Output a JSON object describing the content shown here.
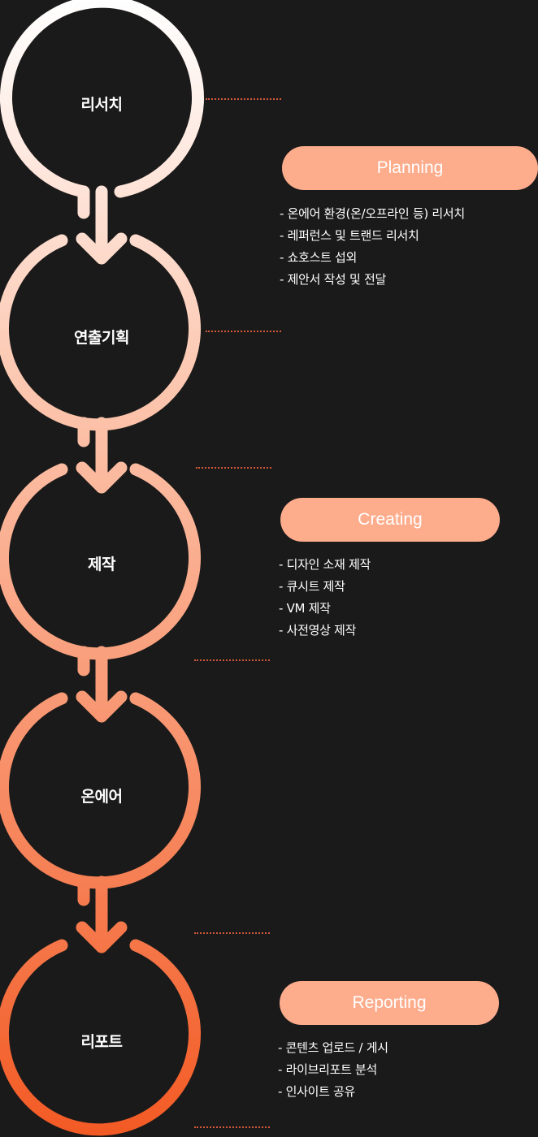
{
  "steps": [
    {
      "label": "리서치"
    },
    {
      "label": "연출기획"
    },
    {
      "label": "제작"
    },
    {
      "label": "온에어"
    },
    {
      "label": "리포트"
    }
  ],
  "phases": [
    {
      "title": "Planning",
      "items": [
        "- 온에어 환경(온/오프라인 등) 리서치",
        "- 레퍼런스 및 트랜드 리서치",
        "- 쇼호스트 섭외",
        "- 제안서 작성 및 전달"
      ]
    },
    {
      "title": "Creating",
      "items": [
        "- 디자인 소재 제작",
        "- 큐시트 제작",
        "- VM 제작",
        "- 사전영상 제작"
      ]
    },
    {
      "title": "Reporting",
      "items": [
        "- 콘텐츠 업로드 / 게시",
        "- 라이브리포트 분석",
        "- 인사이트 공유"
      ]
    }
  ],
  "colors": {
    "background": "#1b1a1a",
    "gradient_start": "#ffffff",
    "gradient_end": "#f35a24",
    "pill": "#fdac8c",
    "dotted_line": "#d4583a"
  },
  "icons": [
    "arrow-down-icon"
  ]
}
